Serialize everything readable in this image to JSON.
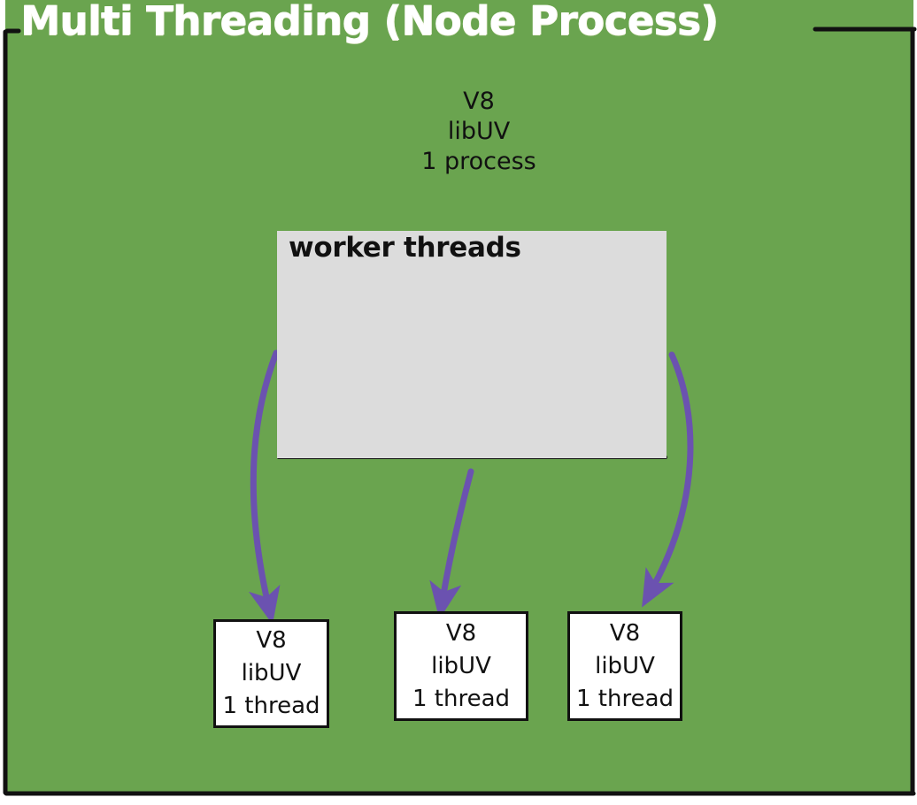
{
  "diagram": {
    "title": "Multi Threading (Node Process)",
    "background_color": "#6aa44f",
    "frame_color": "#111111",
    "arrow_color": "#6b52b0",
    "process_caption": "V8\nlibUV\n1 process",
    "group_box": {
      "label": "worker threads",
      "fill_color": "#dcdcdc"
    },
    "thread_boxes": [
      {
        "label": "V8\nlibUV\n1 thread"
      },
      {
        "label": "V8\nlibUV\n1 thread"
      },
      {
        "label": "V8\nlibUV\n1 thread"
      }
    ],
    "arrows": [
      {
        "name": "arrow-to-thread-1"
      },
      {
        "name": "arrow-to-thread-2"
      },
      {
        "name": "arrow-to-thread-3"
      }
    ]
  }
}
